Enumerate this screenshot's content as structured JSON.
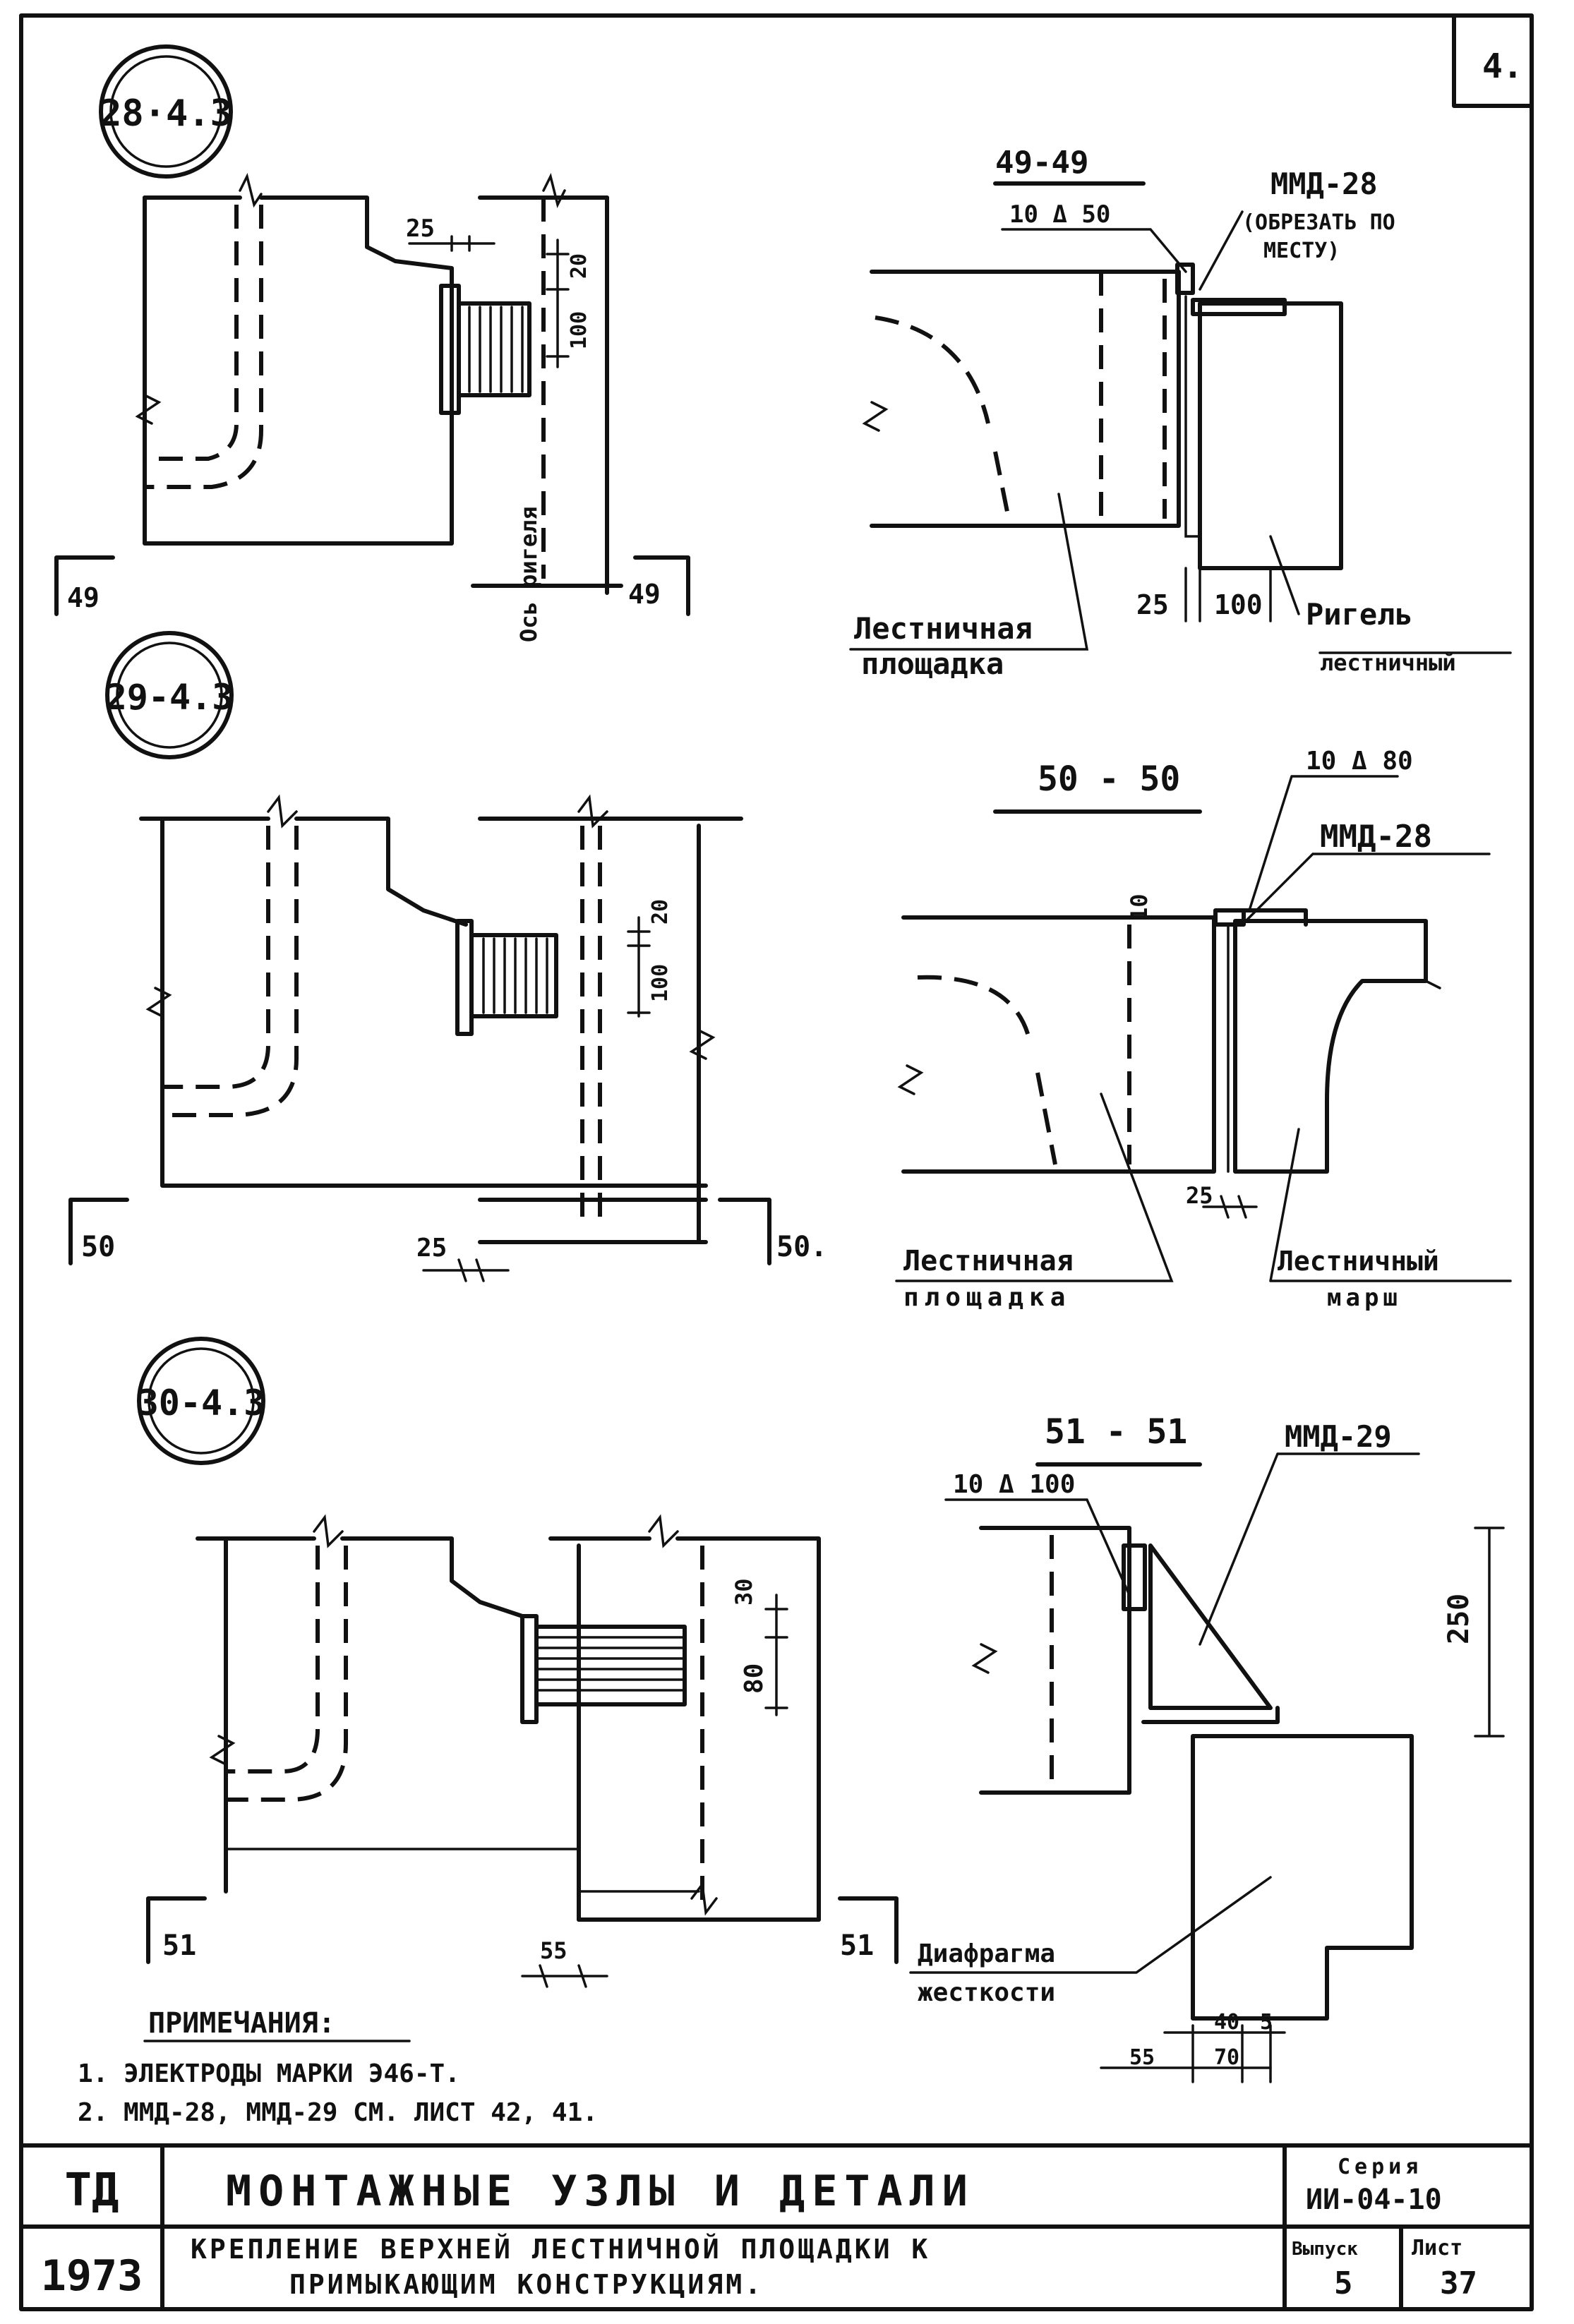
{
  "sheet_number": "4.",
  "details": [
    {
      "callout": "28·4.3",
      "section_cut": "49",
      "dim_horizontal": "25",
      "dim_vertical_top": "20",
      "dim_vertical_weld": "100",
      "vertical_label": "Ось ригеля",
      "section": {
        "title": "49-49",
        "weld_note": "10 Δ 50",
        "part": "ММД-28",
        "part_note_1": "(ОБРЕЗАТЬ ПО",
        "part_note_2": "МЕСТУ)",
        "dim_a": "25",
        "dim_b": "100",
        "label_left_1": "Лестничная",
        "label_left_2": "площадка",
        "label_right_1": "Ригель",
        "label_right_2": "лестничный"
      }
    },
    {
      "callout": "29-4.3",
      "section_cut": "50",
      "section_cut_right": "50.",
      "dim_horizontal": "25",
      "dim_vertical_top": "20",
      "dim_vertical_weld": "100",
      "section": {
        "title": "50 - 50",
        "weld_note": "10 Δ 80",
        "part": "ММД-28",
        "dim_a": "10",
        "dim_b": "25",
        "label_left_1": "Лестничная",
        "label_left_2": "площадка",
        "label_right_1": "Лестничный",
        "label_right_2": "марш"
      }
    },
    {
      "callout": "30-4.3",
      "section_cut": "51",
      "section_cut_right": "51",
      "dim_horizontal": "55",
      "dim_vertical_top": "30",
      "dim_vertical_weld": "80",
      "section": {
        "title": "51 - 51",
        "weld_note": "10 Δ 100",
        "part": "ММД-29",
        "dim_height": "250",
        "dim_a": "40",
        "dim_b": "5",
        "dim_c": "55",
        "dim_d": "70",
        "label_1": "Диафрагма",
        "label_2": "жесткости"
      }
    }
  ],
  "notes": {
    "heading": "ПРИМЕЧАНИЯ:",
    "items": [
      "1. ЭЛЕКТРОДЫ МАРКИ Э46-Т.",
      "2. ММД-28, ММД-29 СМ. ЛИСТ 42, 41."
    ]
  },
  "title_block": {
    "code": "ТД",
    "year": "1973",
    "title": "МОНТАЖНЫЕ УЗЛЫ И ДЕТАЛИ",
    "subtitle_1": "КРЕПЛЕНИЕ ВЕРХНЕЙ ЛЕСТНИЧНОЙ ПЛОЩАДКИ К",
    "subtitle_2": "ПРИМЫКАЮЩИМ КОНСТРУКЦИЯМ.",
    "series_label": "Серия",
    "series_value": "ИИ-04-10",
    "issue_label": "Выпуск",
    "issue_value": "5",
    "sheet_label": "Лист",
    "sheet_value": "37"
  }
}
